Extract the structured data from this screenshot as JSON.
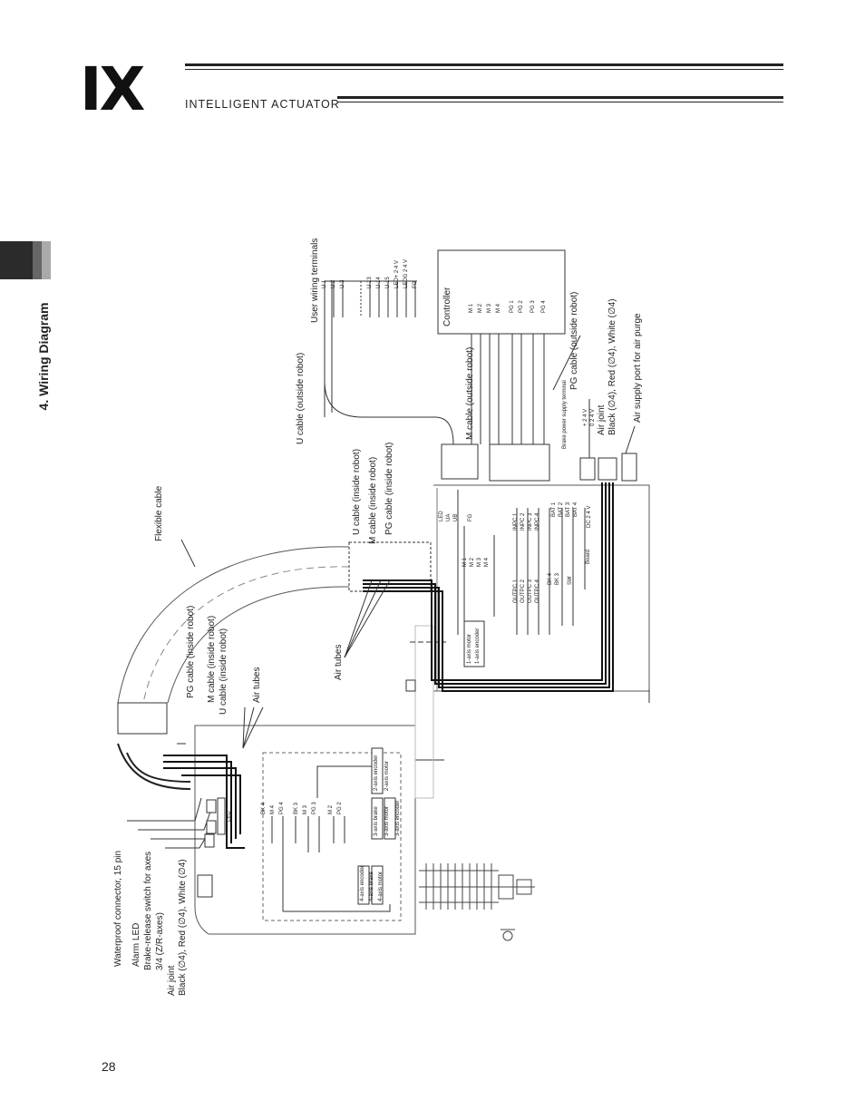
{
  "header": {
    "logo_text": "IX",
    "tagline": "INTELLIGENT ACTUATOR"
  },
  "section": {
    "title": "4. Wiring Diagram"
  },
  "page": {
    "number": "28"
  },
  "diagram": {
    "user_wiring_terminals": "User wiring terminals",
    "user_terminals": [
      "U 1",
      "U 2",
      "U 3",
      "U 13",
      "U 14",
      "U 15",
      "LED+ 2 4 V",
      "LEDG 2 4 V",
      "FG"
    ],
    "controller": "Controller",
    "controller_m": [
      "M 1",
      "M 2",
      "M 3",
      "M 4"
    ],
    "controller_pg": [
      "PG 1",
      "PG 2",
      "PG 3",
      "PG 4"
    ],
    "pg_cable_outside": "PG cable (outside robot)",
    "m_cable_outside": "M cable (outside robot)",
    "u_cable_outside": "U cable (outside robot)",
    "brake_power": "Brake power supply terminal",
    "brake_power_values": [
      "+ 2 4 V",
      "0 2 4 V"
    ],
    "air_joint_right_1": "Air joint",
    "air_joint_right_2": "Black (∅4), Red (∅4), White (∅4)",
    "air_purge": "Air supply port for air purge",
    "u_cable_inside": "U cable (inside robot)",
    "m_cable_inside": "M cable (inside robot)",
    "pg_cable_inside": "PG cable (inside robot)",
    "flexible_cable": "Flexible cable",
    "air_tubes_1": "Air tubes",
    "air_tubes_2": "Air tubes",
    "pg_cable_inside_2": "PG cable (inside robot)",
    "m_cable_inside_2": "M cable (inside robot)",
    "u_cable_inside_2": "U cable (inside robot)",
    "waterproof": "Waterproof connector, 15 pin",
    "alarm_led": "Alarm LED",
    "brake_release_1": "Brake-release switch for axes",
    "brake_release_2": "3/4 (Z/R-axes)",
    "air_joint_left_1": "Air joint",
    "air_joint_left_2": "Black (∅4), Red (∅4), White (∅4)",
    "led_labels": [
      "LED",
      "UA",
      "UB",
      "FG"
    ],
    "inpc": [
      "INPC 1",
      "INPC 2",
      "INPC 3",
      "INPC 4"
    ],
    "outpc": [
      "OUTPC 1",
      "OUTPC 2",
      "OUTPC 3",
      "OUTPC 4"
    ],
    "bat": [
      "BAT 1",
      "BAT 2",
      "BAT 3",
      "BAT 4"
    ],
    "bk": [
      "BK 4",
      "BK 3",
      "SW"
    ],
    "board": "Board",
    "dc24v": "DC 2 4 V",
    "m_inner": [
      "M 1",
      "M 2",
      "M 3",
      "M 4"
    ],
    "axis1": [
      "1-axis motor",
      "1-axis encoder"
    ],
    "axis2": [
      "2-axis encoder",
      "2-axis motor"
    ],
    "axis3": [
      "3-axis brake",
      "3-axis motor",
      "3-axis encoder"
    ],
    "axis4": [
      "4-axis encoder",
      "4-axis brake",
      "4-axis motor"
    ],
    "arm_connectors": [
      "BK 4",
      "M 4",
      "PG 4",
      "BK 3",
      "M 3",
      "PG 3",
      "M 2",
      "PG 2"
    ],
    "led_small": "LED"
  }
}
